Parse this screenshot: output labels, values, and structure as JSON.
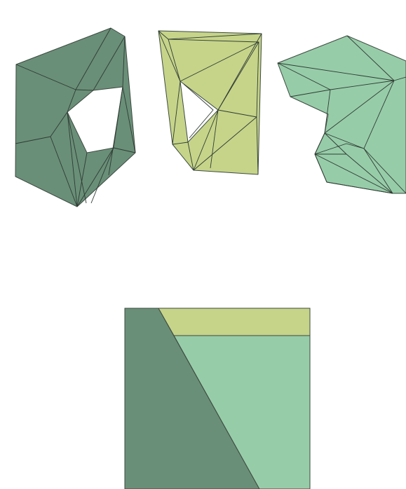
{
  "colors": {
    "background": "#ffffff",
    "piece_dark_green": "#6a8f78",
    "piece_yellow_green": "#c6d48a",
    "piece_light_green": "#97cca8",
    "edge": "#2f3b33"
  },
  "pieces": [
    {
      "id": "dark-green-piece",
      "color_key": "piece_dark_green"
    },
    {
      "id": "yellow-green-piece",
      "color_key": "piece_yellow_green"
    },
    {
      "id": "light-green-piece",
      "color_key": "piece_light_green"
    }
  ],
  "assembled_square": {
    "region_colors": [
      "piece_dark_green",
      "piece_yellow_green",
      "piece_light_green"
    ]
  }
}
